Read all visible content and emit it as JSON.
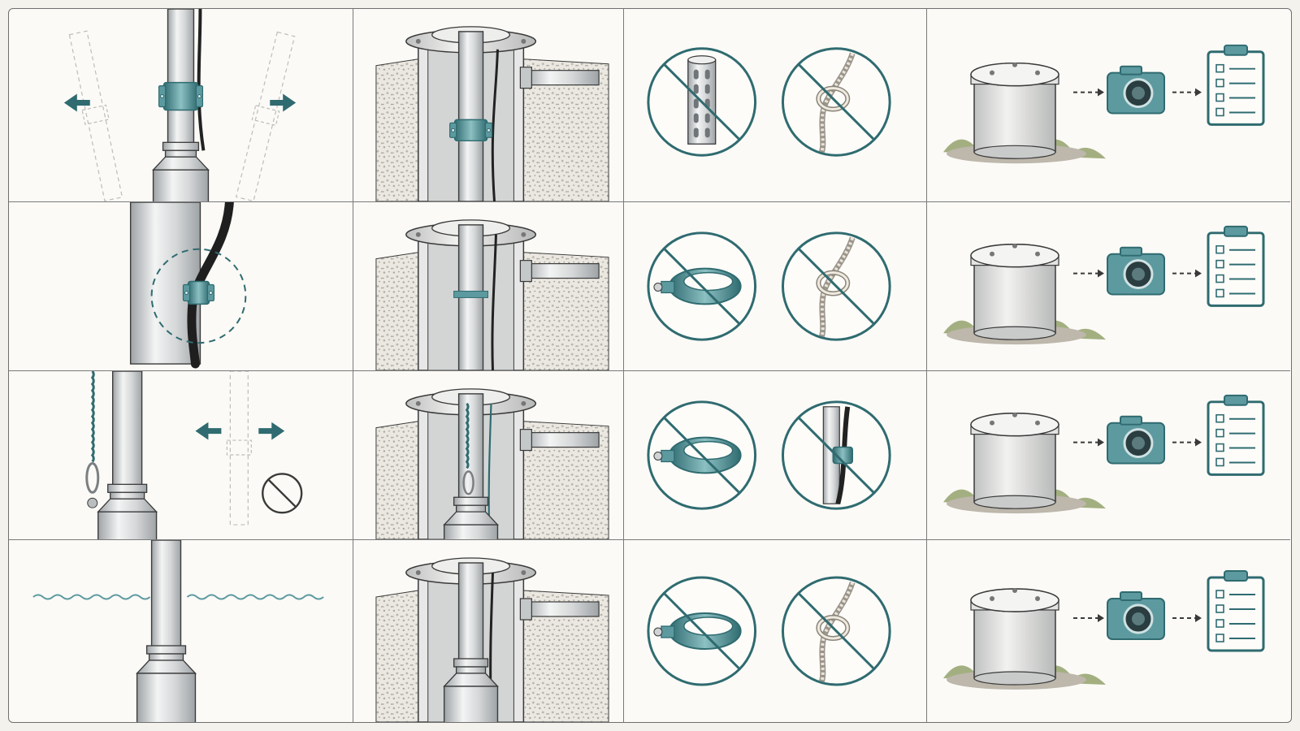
{
  "colors": {
    "teal": "#5d9aa0",
    "teal_dark": "#2f6b70",
    "pipe": "#d5d7d8",
    "pipe_shade": "#9ea3a6",
    "ink": "#3a3a3a",
    "gravel": "#cfcac0",
    "grass": "#7d8f4e",
    "paper": "#fbfaf6"
  },
  "rows": [
    {
      "step1": {
        "subject": "riser-pipe-clamp",
        "cues": [
          "arrow-left-icon",
          "arrow-right-icon"
        ]
      },
      "step2": {
        "subject": "wellhead-cutaway-clamp"
      },
      "step3": {
        "prohibited": [
          "perforated-pipe-icon",
          "knotted-rope-icon"
        ]
      },
      "step4": {
        "sequence": [
          "well-cap-icon",
          "camera-icon",
          "checklist-icon"
        ]
      }
    },
    {
      "step1": {
        "subject": "cable-clamp-detail-circle"
      },
      "step2": {
        "subject": "wellhead-cutaway-cable-tie"
      },
      "step3": {
        "prohibited": [
          "pipe-clamp-icon",
          "knotted-rope-icon"
        ]
      },
      "step4": {
        "sequence": [
          "well-cap-icon",
          "camera-icon",
          "checklist-icon"
        ]
      }
    },
    {
      "step1": {
        "subject": "safety-rope-shackle",
        "cues": [
          "arrow-left-icon",
          "arrow-right-icon",
          "no-symbol-icon"
        ]
      },
      "step2": {
        "subject": "wellhead-cutaway-safety-rope"
      },
      "step3": {
        "prohibited": [
          "pipe-clamp-icon",
          "cable-clamp-icon"
        ]
      },
      "step4": {
        "sequence": [
          "well-cap-icon",
          "camera-icon",
          "checklist-icon"
        ]
      }
    },
    {
      "step1": {
        "subject": "pipe-at-water-level",
        "cues": [
          "water-line-icon"
        ]
      },
      "step2": {
        "subject": "wellhead-cutaway-pump"
      },
      "step3": {
        "prohibited": [
          "pipe-clamp-icon",
          "knotted-rope-icon"
        ]
      },
      "step4": {
        "sequence": [
          "well-cap-icon",
          "camera-icon",
          "checklist-icon"
        ]
      }
    }
  ]
}
